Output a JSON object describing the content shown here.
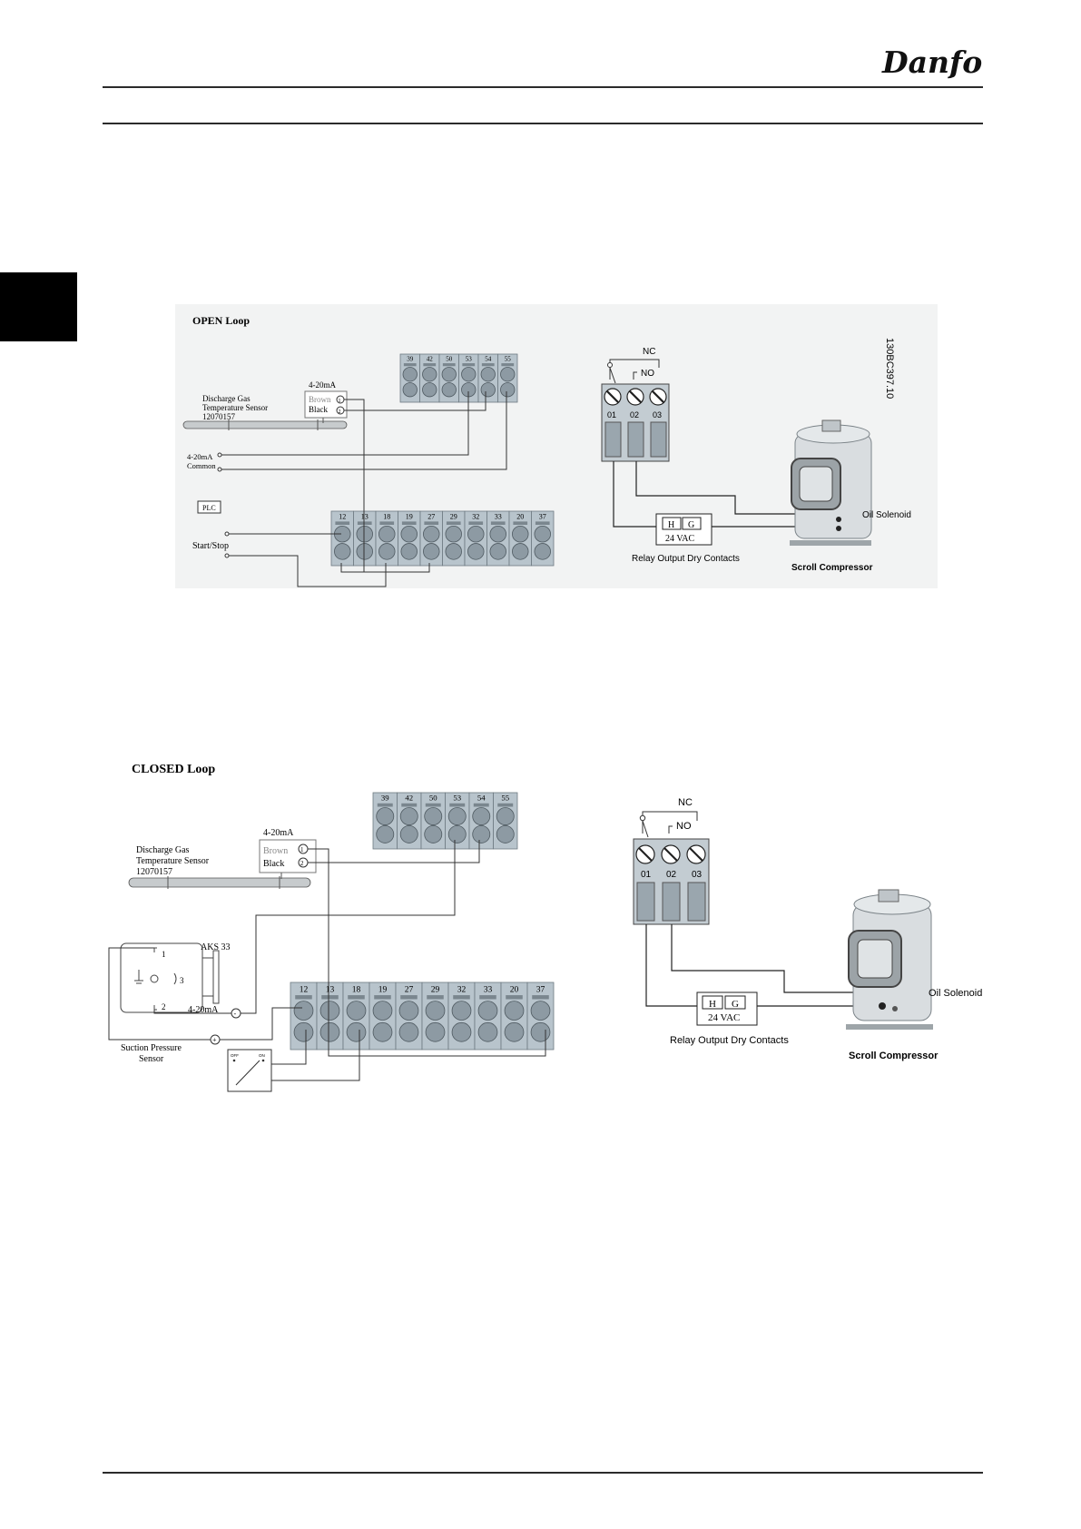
{
  "brand": {
    "logo_text": "Danfoss"
  },
  "figure_id": "130BC397.10",
  "open": {
    "title": "OPEN Loop",
    "sensor_name": "Discharge Gas",
    "sensor_name2": "Temperature Sensor",
    "sensor_code": "12070157",
    "signal": "4-20mA",
    "wire1": "Brown",
    "wire2": "Black",
    "pin1": "1",
    "pin2": "2",
    "in_label": "4-20mA",
    "common_label": "Common",
    "plc_label": "PLC",
    "startstop_label": "Start/Stop"
  },
  "closed": {
    "title": "CLOSED Loop",
    "sensor_name": "Discharge Gas",
    "sensor_name2": "Temperature Sensor",
    "sensor_code": "12070157",
    "signal": "4-20mA",
    "wire1": "Brown",
    "wire2": "Black",
    "pin1": "1",
    "pin2": "2",
    "aks_label": "AKS 33",
    "aks_pin1": "1",
    "aks_pin2": "2",
    "aks_pin3": "3",
    "aks_signal": "4-20mA",
    "minus": "-",
    "plus": "+",
    "suction_label1": "Suction Pressure",
    "suction_label2": "Sensor",
    "meter_left": "OFF",
    "meter_right": "ON"
  },
  "terminals_top": [
    "39",
    "42",
    "50",
    "53",
    "54",
    "55"
  ],
  "terminals_bottom": [
    "12",
    "13",
    "18",
    "19",
    "27",
    "29",
    "32",
    "33",
    "20",
    "37"
  ],
  "relay": {
    "nc": "NC",
    "no": "NO",
    "terminals": [
      "01",
      "02",
      "03"
    ],
    "h": "H",
    "g": "G",
    "voltage": "24 VAC",
    "label": "Relay Output Dry Contacts"
  },
  "compressor": {
    "solenoid_label": "Oil Solenoid",
    "label": "Scroll Compressor"
  },
  "colors": {
    "terminal_fill": "#b8c4cc",
    "pin_fill": "#8d9aa3",
    "relay_fill": "#9aa6ae"
  }
}
